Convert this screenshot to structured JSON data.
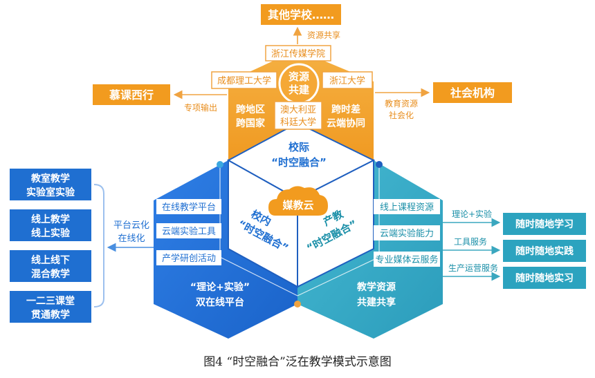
{
  "caption": "图4 “时空融合”泛在教学模式示意图",
  "top": {
    "other_schools": "其他学校……",
    "resource_sharing": "资源共享",
    "zhejiang_media": "浙江传媒学院",
    "chengdu": "成都理工大学",
    "zhejiang_univ": "浙江大学",
    "resource_build": [
      "资源",
      "共建"
    ],
    "cross_region": [
      "跨地区",
      "跨国家"
    ],
    "australia": [
      "澳大利亚",
      "科廷大学"
    ],
    "cross_time": [
      "跨时差",
      "云端协同"
    ],
    "inter_school": [
      "校际",
      "“时空融合”"
    ]
  },
  "left_flow": {
    "mooc": "慕课西行",
    "special_output": "专项输出",
    "platform_cloud": [
      "平台云化",
      "在线化"
    ],
    "boxes": [
      [
        "教室教学",
        "实验室实验"
      ],
      [
        "线上教学",
        "线上实验"
      ],
      [
        "线上线下",
        "混合教学"
      ],
      [
        "一二三课堂",
        "贯通教学"
      ]
    ]
  },
  "right_flow": {
    "social": "社会机构",
    "edu_social": [
      "教育资源",
      "社会化"
    ],
    "theory_exp": "理论+实验",
    "tool_service": "工具服务",
    "production_service": "生产运营服务",
    "boxes": [
      "随时随地学习",
      "随时随地实践",
      "随时随地实习"
    ]
  },
  "center": {
    "cloud": "媒教云",
    "school_internal": [
      "校内",
      "“时空融合”"
    ],
    "industry_edu": [
      "产教",
      "“时空融合”"
    ],
    "left_items": [
      "在线教学平台",
      "云端实验工具",
      "产学研创活动"
    ],
    "right_items": [
      "线上课程资源",
      "云端实验能力",
      "专业媒体云服务"
    ],
    "left_bottom": [
      "“理论+实验”",
      "双在线平台"
    ],
    "right_bottom": [
      "教学资源",
      "共建共享"
    ]
  }
}
